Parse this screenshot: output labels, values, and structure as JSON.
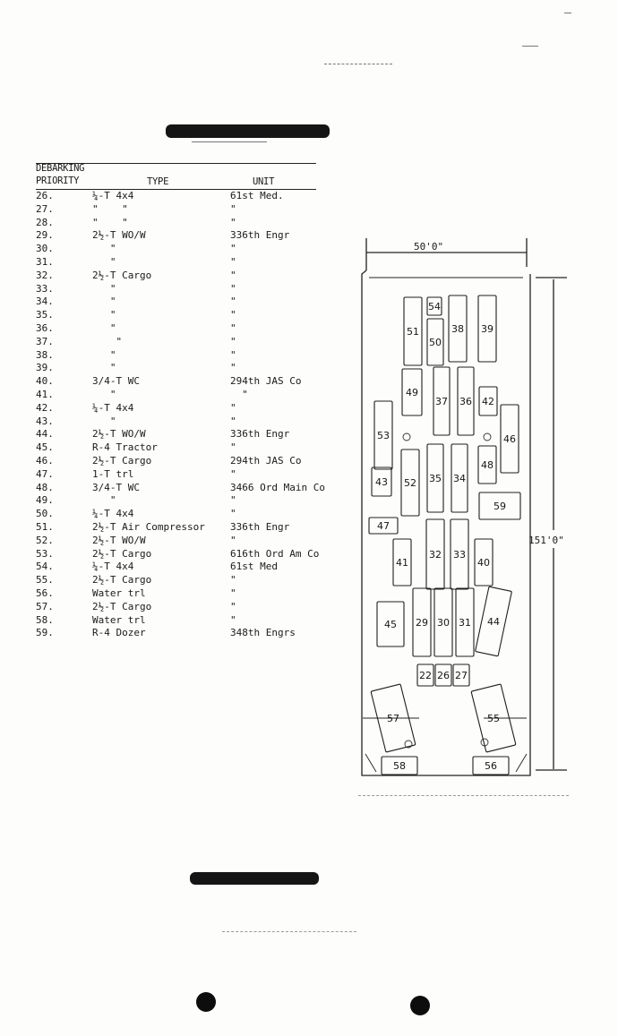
{
  "table": {
    "header": {
      "priority_line1": "DEBARKING",
      "priority_line2": "PRIORITY",
      "type": "TYPE",
      "unit": "UNIT"
    },
    "rows": [
      {
        "priority": "26.",
        "type": "¼-T 4x4",
        "unit": "61st Med."
      },
      {
        "priority": "27.",
        "type": "\"    \"",
        "unit": "\""
      },
      {
        "priority": "28.",
        "type": "\"    \"",
        "unit": "\""
      },
      {
        "priority": "29.",
        "type": "2½-T WO/W",
        "unit": "336th Engr"
      },
      {
        "priority": "30.",
        "type": "   \"",
        "unit": "\""
      },
      {
        "priority": "31.",
        "type": "   \"",
        "unit": "\""
      },
      {
        "priority": "32.",
        "type": "2½-T Cargo",
        "unit": "\""
      },
      {
        "priority": "33.",
        "type": "   \"",
        "unit": "\""
      },
      {
        "priority": "34.",
        "type": "   \"",
        "unit": "\""
      },
      {
        "priority": "35.",
        "type": "   \"",
        "unit": "\""
      },
      {
        "priority": "36.",
        "type": "   \"",
        "unit": "\""
      },
      {
        "priority": "37.",
        "type": "    \"",
        "unit": "\""
      },
      {
        "priority": "38.",
        "type": "   \"",
        "unit": "\""
      },
      {
        "priority": "39.",
        "type": "   \"",
        "unit": "\""
      },
      {
        "priority": "40.",
        "type": "3/4-T WC",
        "unit": "294th JAS Co"
      },
      {
        "priority": "41.",
        "type": "   \"",
        "unit": "  \""
      },
      {
        "priority": "42.",
        "type": "¼-T 4x4",
        "unit": "\""
      },
      {
        "priority": "43.",
        "type": "   \"",
        "unit": "\""
      },
      {
        "priority": "44.",
        "type": "2½-T WO/W",
        "unit": "336th Engr"
      },
      {
        "priority": "45.",
        "type": "R-4 Tractor",
        "unit": "\""
      },
      {
        "priority": "46.",
        "type": "2½-T Cargo",
        "unit": "294th JAS Co"
      },
      {
        "priority": "47.",
        "type": "1-T trl",
        "unit": "\""
      },
      {
        "priority": "48.",
        "type": "3/4-T WC",
        "unit": "3466 Ord Main Co"
      },
      {
        "priority": "49.",
        "type": "   \"",
        "unit": "\""
      },
      {
        "priority": "50.",
        "type": "¼-T 4x4",
        "unit": "\""
      },
      {
        "priority": "51.",
        "type": "2½-T Air Compressor",
        "unit": "336th Engr"
      },
      {
        "priority": "52.",
        "type": "2½-T WO/W",
        "unit": "\""
      },
      {
        "priority": "53.",
        "type": "2½-T Cargo",
        "unit": "616th Ord Am Co"
      },
      {
        "priority": "54.",
        "type": "¼-T 4x4",
        "unit": "61st Med"
      },
      {
        "priority": "55.",
        "type": "2½-T Cargo",
        "unit": "\""
      },
      {
        "priority": "56.",
        "type": "Water trl",
        "unit": "\""
      },
      {
        "priority": "57.",
        "type": "2½-T Cargo",
        "unit": "\""
      },
      {
        "priority": "58.",
        "type": "Water trl",
        "unit": "\""
      },
      {
        "priority": "59.",
        "type": "R-4 Dozer",
        "unit": "348th Engrs"
      }
    ]
  },
  "diagram": {
    "width_label": "50'0\"",
    "length_label": "151'0\"",
    "slots": [
      "22",
      "26",
      "27",
      "29",
      "30",
      "31",
      "32",
      "33",
      "34",
      "35",
      "36",
      "37",
      "38",
      "39",
      "40",
      "41",
      "42",
      "43",
      "44",
      "45",
      "46",
      "47",
      "48",
      "49",
      "50",
      "51",
      "52",
      "53",
      "54",
      "55",
      "56",
      "57",
      "58",
      "59"
    ]
  }
}
